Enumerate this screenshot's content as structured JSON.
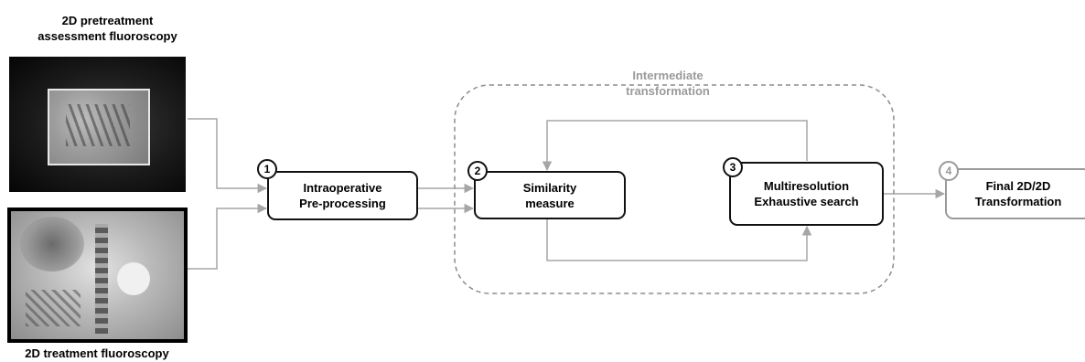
{
  "inputs": {
    "pretreatment_label": "2D pretreatment\nassessment fluoroscopy",
    "treatment_label": "2D treatment fluoroscopy"
  },
  "steps": [
    {
      "number": "1",
      "label": "Intraoperative\nPre-processing"
    },
    {
      "number": "2",
      "label": "Similarity\nmeasure"
    },
    {
      "number": "3",
      "label": "Multiresolution\nExhaustive search"
    },
    {
      "number": "4",
      "label": "Final 2D/2D\nTransformation"
    }
  ],
  "loop_label": "Intermediate\ntransformation",
  "colors": {
    "box_border": "#111111",
    "connector": "#a6a6a6",
    "loop_border": "#8c8c8c",
    "loop_text": "#9a9a9a"
  }
}
